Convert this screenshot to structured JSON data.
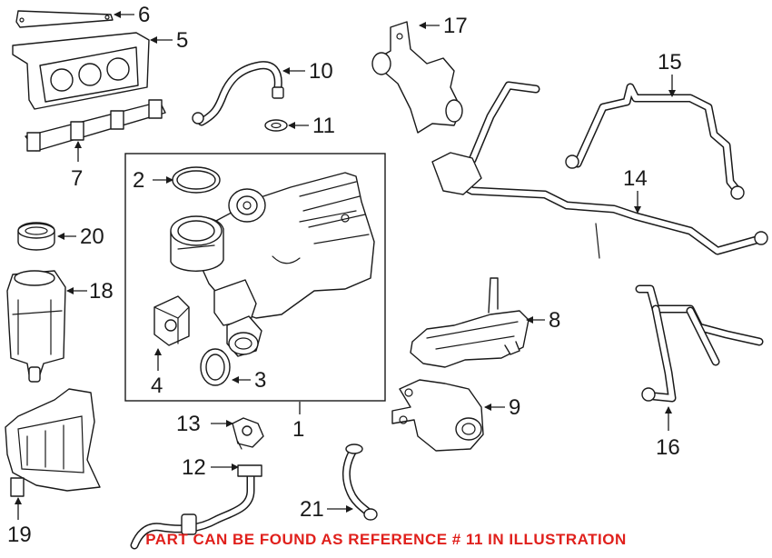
{
  "callouts": {
    "c1": "1",
    "c2": "2",
    "c3": "3",
    "c4": "4",
    "c5": "5",
    "c6": "6",
    "c7": "7",
    "c8": "8",
    "c9": "9",
    "c10": "10",
    "c11": "11",
    "c12": "12",
    "c13": "13",
    "c14": "14",
    "c15": "15",
    "c16": "16",
    "c17": "17",
    "c18": "18",
    "c19": "19",
    "c20": "20",
    "c21": "21"
  },
  "footer": {
    "text": "PART CAN BE FOUND AS REFERENCE # 11 IN ILLUSTRATION",
    "color": "#e0201c"
  },
  "colors": {
    "line": "#1a1a1a",
    "background": "#ffffff"
  }
}
